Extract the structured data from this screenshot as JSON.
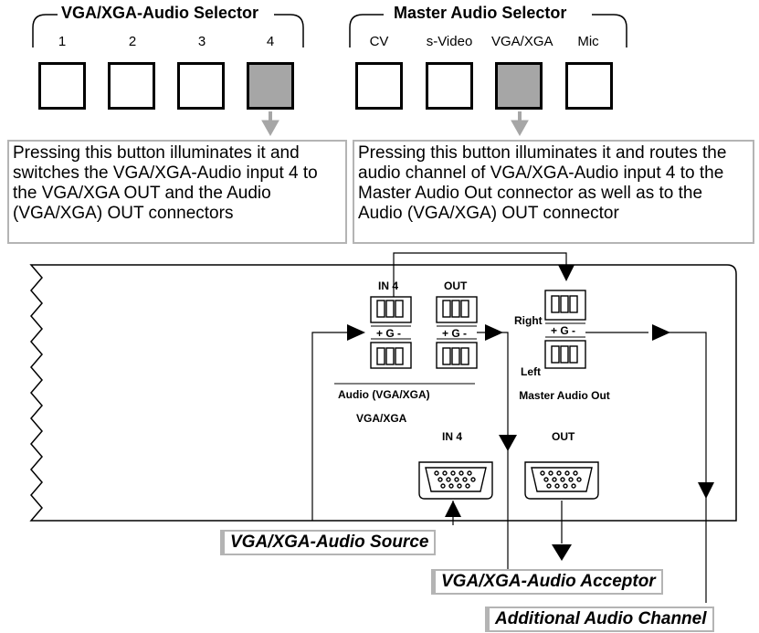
{
  "vga_selector": {
    "title": "VGA/XGA-Audio Selector",
    "buttons": [
      {
        "label": "1",
        "lit": false
      },
      {
        "label": "2",
        "lit": false
      },
      {
        "label": "3",
        "lit": false
      },
      {
        "label": "4",
        "lit": true
      }
    ],
    "description": "Pressing this button illuminates it and switches the VGA/XGA-Audio input 4 to the VGA/XGA OUT and the Audio (VGA/XGA) OUT connectors"
  },
  "audio_selector": {
    "title": "Master Audio Selector",
    "buttons": [
      {
        "label": "CV",
        "lit": false
      },
      {
        "label": "s-Video",
        "lit": false
      },
      {
        "label": "VGA/XGA",
        "lit": true
      },
      {
        "label": "Mic",
        "lit": false
      }
    ],
    "description": "Pressing this button illuminates it and routes the audio channel of VGA/XGA-Audio input 4 to the Master Audio Out connector as well as to the Audio (VGA/XGA) OUT connector"
  },
  "panel": {
    "in4_label": "IN 4",
    "out_label": "OUT",
    "gnd_label": "+ G -",
    "audio_group_label": "Audio (VGA/XGA)",
    "vga_group_label": "VGA/XGA",
    "vga_in_label": "IN 4",
    "vga_out_label": "OUT",
    "right_label": "Right",
    "left_label": "Left",
    "master_label": "Master Audio Out"
  },
  "callouts": {
    "source": "VGA/XGA-Audio Source",
    "acceptor": "VGA/XGA-Audio Acceptor",
    "additional": "Additional Audio Channel"
  },
  "colors": {
    "lit_button": "#a6a6a6",
    "pointer_arrow": "#a6a6a6",
    "callout_border": "#b4b4b4"
  }
}
